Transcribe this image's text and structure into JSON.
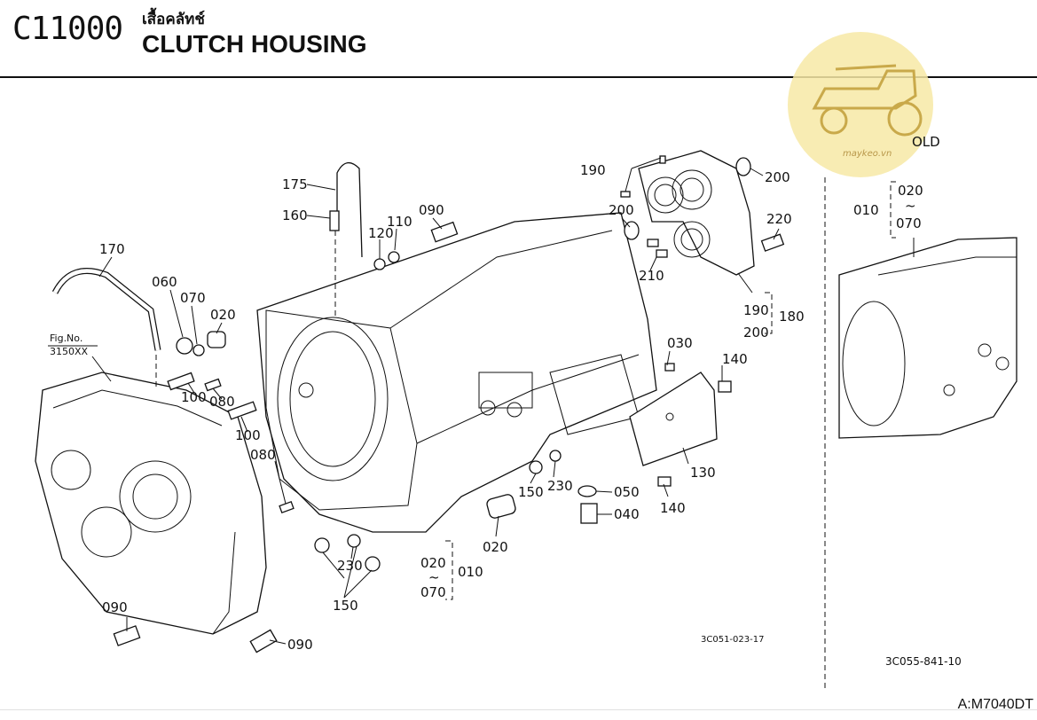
{
  "header": {
    "code": "C11000",
    "title_thai": "เสื้อคลัทช์",
    "title_en": "CLUTCH HOUSING"
  },
  "diagram": {
    "labels": {
      "p175": "175",
      "p160": "160",
      "p090a": "090",
      "p110": "110",
      "p120": "120",
      "p170": "170",
      "p060": "060",
      "p070": "070",
      "p020a": "020",
      "p190a": "190",
      "p200a": "200",
      "p200b": "200",
      "p220": "220",
      "p210": "210",
      "p190b": "190",
      "p180": "180",
      "p200c": "200",
      "p030": "030",
      "p140a": "140",
      "p130": "130",
      "p140b": "140",
      "p100a": "100",
      "p080a": "080",
      "p100b": "100",
      "p080b": "080",
      "p150a": "150",
      "p230a": "230",
      "p050": "050",
      "p040": "040",
      "p020b": "020",
      "p020c": "020",
      "p010": "010",
      "p070b": "070",
      "p230b": "230",
      "p150b": "150",
      "p090b": "090",
      "p090c": "090",
      "fig_no": "Fig.No.",
      "fig_ref": "3150XX",
      "code_main": "3C051-023-17"
    },
    "old_panel": {
      "tag": "OLD",
      "p010": "010",
      "p020": "020",
      "p070": "070",
      "code": "3C055-841-10"
    },
    "watermark": "maykeo.vn"
  },
  "footer": {
    "model": "A:M7040DT"
  }
}
